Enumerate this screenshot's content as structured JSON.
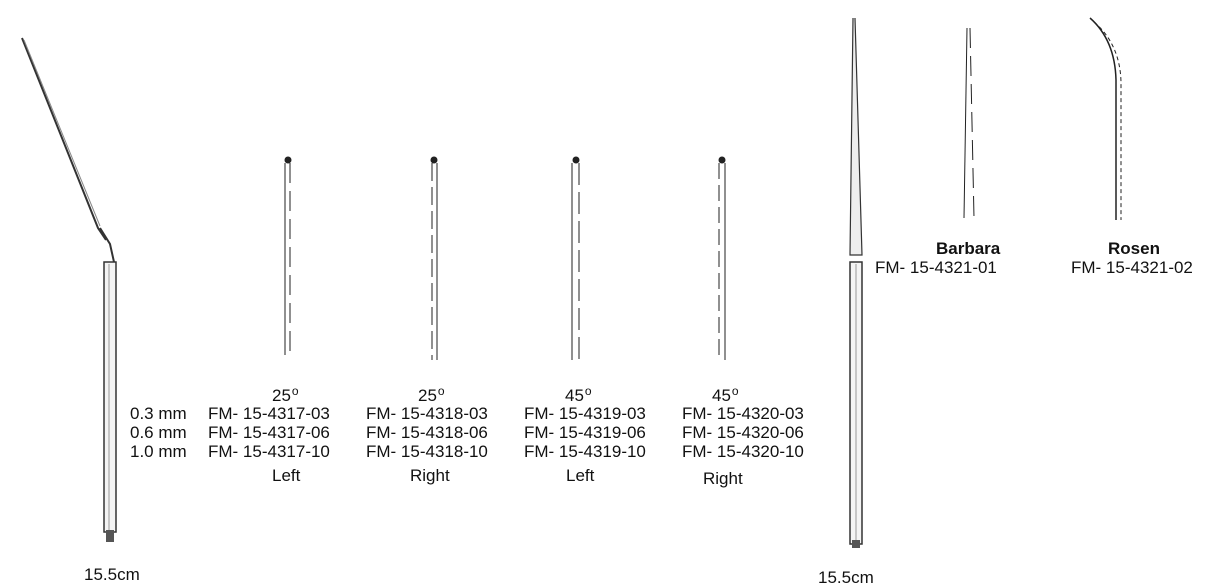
{
  "left_instrument": {
    "length": "15.5cm"
  },
  "right_instrument": {
    "length": "15.5cm"
  },
  "size_labels": [
    "0.3 mm",
    "0.6 mm",
    "1.0 mm"
  ],
  "variants": [
    {
      "angle": "25",
      "degree_mark": "o",
      "codes": [
        "FM- 15-4317-03",
        "FM- 15-4317-06",
        "FM- 15-4317-10"
      ],
      "side": "Left"
    },
    {
      "angle": "25",
      "degree_mark": "o",
      "codes": [
        "FM- 15-4318-03",
        "FM- 15-4318-06",
        "FM- 15-4318-10"
      ],
      "side": "Right"
    },
    {
      "angle": "45",
      "degree_mark": "o",
      "codes": [
        "FM- 15-4319-03",
        "FM- 15-4319-06",
        "FM- 15-4319-10"
      ],
      "side": "Left"
    },
    {
      "angle": "45",
      "degree_mark": "o",
      "codes": [
        "FM- 15-4320-03",
        "FM- 15-4320-06",
        "FM- 15-4320-10"
      ],
      "side": "Right"
    }
  ],
  "named_tips": [
    {
      "name": "Barbara",
      "code": "FM- 15-4321-01"
    },
    {
      "name": "Rosen",
      "code": "FM- 15-4321-02"
    }
  ]
}
